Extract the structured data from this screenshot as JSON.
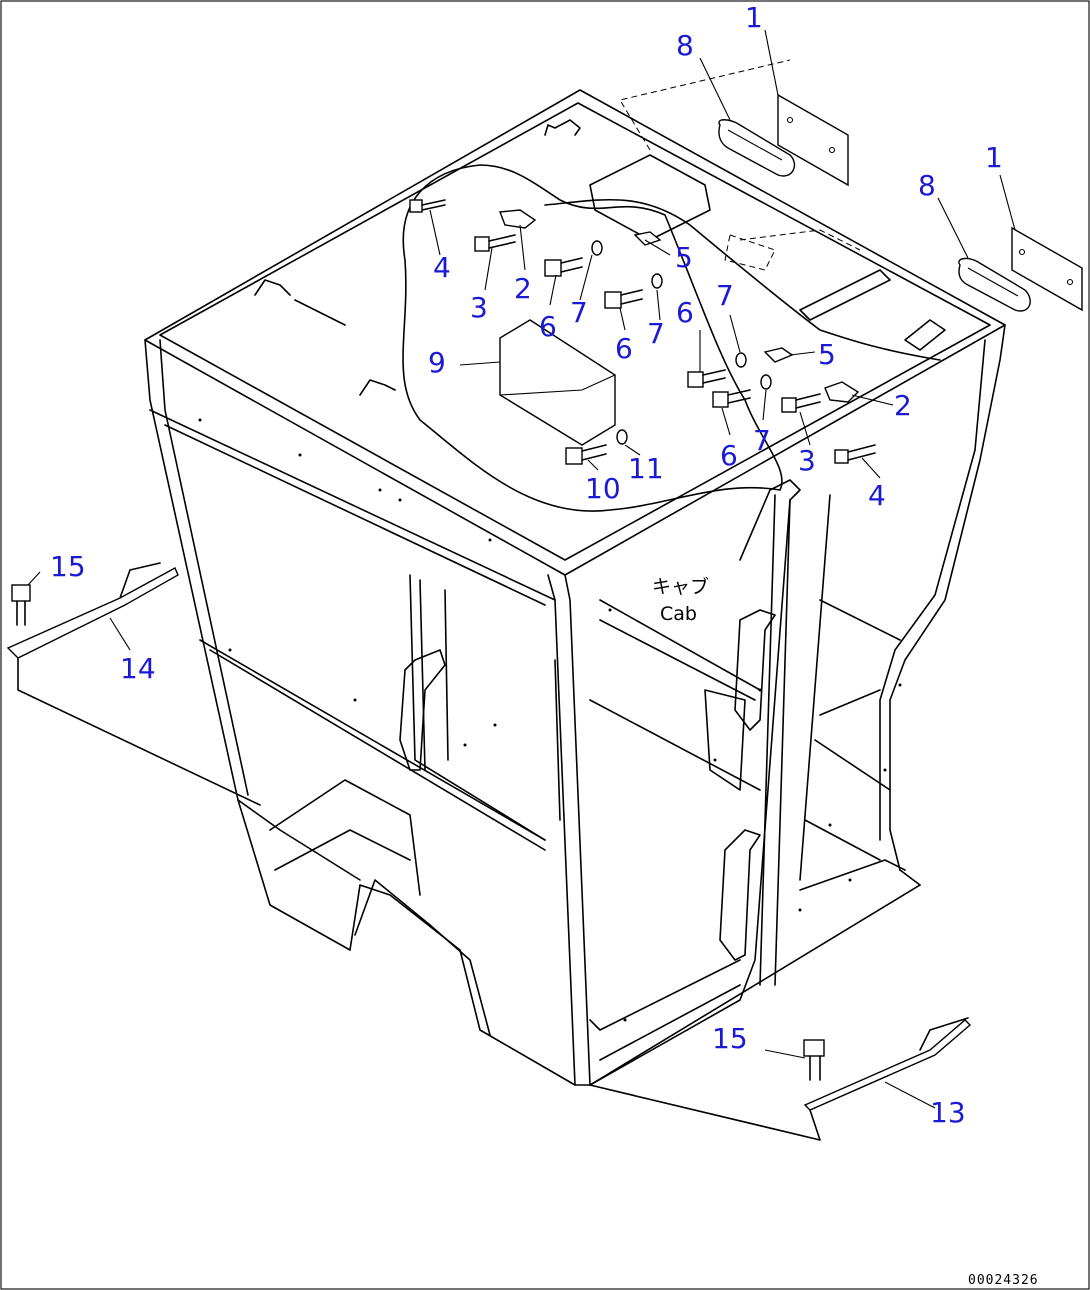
{
  "callouts": [
    "1",
    "1",
    "8",
    "8",
    "4",
    "3",
    "2",
    "6",
    "7",
    "5",
    "6",
    "7",
    "9",
    "6",
    "7",
    "5",
    "2",
    "6",
    "7",
    "3",
    "4",
    "10",
    "11",
    "15",
    "14",
    "15",
    "13"
  ],
  "cab_label_jp": "キャブ",
  "cab_label_en": "Cab",
  "drawing_number": "00024326"
}
